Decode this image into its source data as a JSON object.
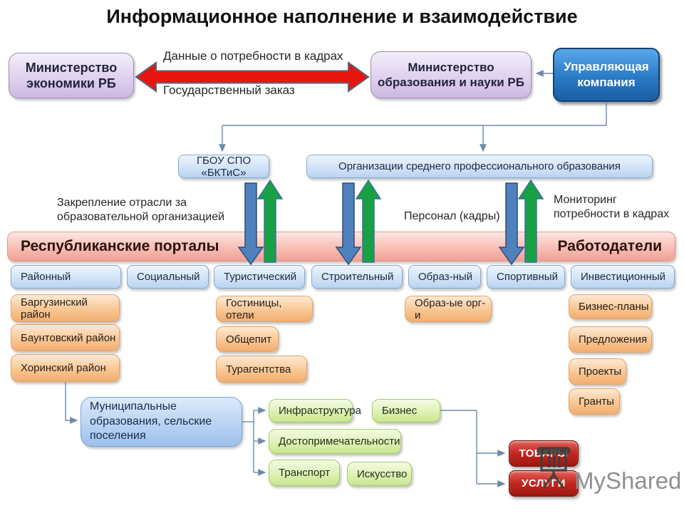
{
  "slide_title": "Информационное наполнение и взаимодействие",
  "top_row": {
    "ministry_economy": "Министерство экономики РБ",
    "data_needs_label": "Данные о потребности в кадрах",
    "state_order_label": "Государственный заказ",
    "ministry_education": "Министерство образования и науки РБ",
    "management_company": "Управляющая компания"
  },
  "education_level": {
    "college": "ГБОУ СПО «БКТиС»",
    "organizations": "Организации среднего профессионального образования"
  },
  "flow_labels": {
    "industry_assignment": "Закрепление отрасли за образовательной организацией",
    "personnel": "Персонал (кадры)",
    "monitoring": "Мониторинг потребности в кадрах"
  },
  "banner": {
    "portals": "Республиканские порталы",
    "employers": "Работодатели"
  },
  "portal_tabs": [
    "Районный",
    "Социальный",
    "Туристический",
    "Строительный",
    "Образ-ный",
    "Спортивный",
    "Инвестиционный"
  ],
  "district_items": [
    "Баргузинский район",
    "Баунтовский район",
    "Хоринский район"
  ],
  "tourist_items": [
    "Гостиницы, отели",
    "Общепит",
    "Турагентства"
  ],
  "education_items": [
    "Образ-ые орг-и"
  ],
  "investment_items": [
    "Бизнес-планы",
    "Предложения",
    "Проекты",
    "Гранты"
  ],
  "municipal_box": "Муниципальные образования, сельские поселения",
  "municipal_items": [
    "Инфраструктура",
    "Бизнес",
    "Достопримечательности",
    "Транспорт",
    "Искусство"
  ],
  "outputs": [
    "ТОВАРЫ",
    "УСЛУГИ"
  ],
  "watermark": "MyShared",
  "colors": {
    "red_arrow": "#e8150f",
    "banner_red": "#f1a094",
    "down_arrow_blue": "#4f81bd",
    "up_arrow_green": "#17a143",
    "node_blue": "#cfe2f7",
    "node_orange": "#f8c794",
    "node_green": "#dcf0ae",
    "node_purple": "#decfee",
    "company_blue": "#2a7ac6",
    "output_red": "#c1271f",
    "connector_gray": "#6e8aa8"
  }
}
